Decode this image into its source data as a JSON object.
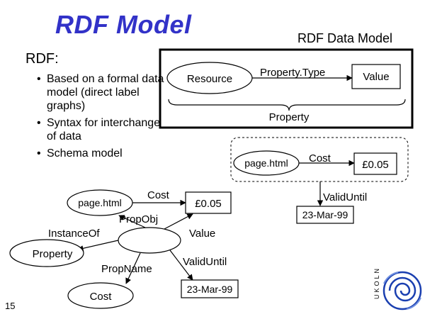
{
  "slide": {
    "title": "RDF Model",
    "page_number": "15"
  },
  "left": {
    "heading": "RDF:",
    "bullets": [
      "Based on a formal data model (direct label graphs)",
      "Syntax for interchange of data",
      "Schema model"
    ]
  },
  "data_model": {
    "title": "RDF Data Model",
    "resource": "Resource",
    "property_type": "Property.Type",
    "value": "Value",
    "property": "Property"
  },
  "example_box": {
    "page": "page.html",
    "cost_label": "Cost",
    "value": "£0.05",
    "valid_until_label": "ValidUntil",
    "date": "23-Mar-99"
  },
  "reified": {
    "page": "page.html",
    "cost_label": "Cost",
    "value": "£0.05",
    "prop_obj": "PropObj",
    "instance_of": "InstanceOf",
    "property_node": "Property",
    "value_label": "Value",
    "prop_name": "PropName",
    "valid_until": "ValidUntil",
    "cost_node": "Cost",
    "date": "23-Mar-99"
  },
  "logo": {
    "letters": "UKOLN",
    "icon": "swirl-logo-icon"
  }
}
